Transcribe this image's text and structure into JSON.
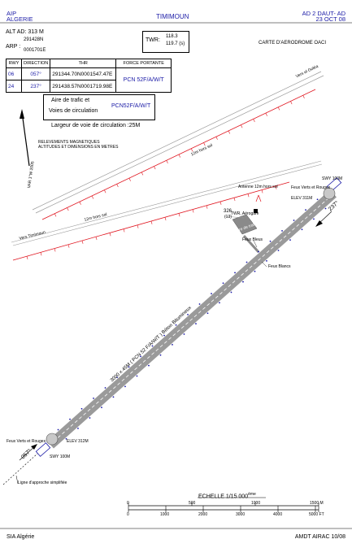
{
  "header": {
    "left_top": "AIP",
    "left_bottom": "ALGERIE",
    "center": "TIMIMOUN",
    "right_top": "AD 2 DAUT- AD",
    "right_bottom": "23 OCT 08"
  },
  "info": {
    "alt_ad": "ALT AD: 313  M",
    "arp_label": "ARP :",
    "arp_lat": "291428N",
    "arp_lon": "0001701E",
    "twr_label": "TWR:",
    "twr_freq1": "118.3",
    "twr_freq2": "119.7 (s)",
    "chart_title": "CARTE D'AERODROME OACI"
  },
  "table": {
    "headers": [
      "RWY",
      "DIRECTION",
      "THR",
      "FORCE PORTANTE"
    ],
    "rows": [
      {
        "rwy": "06",
        "direction": "057°",
        "thr": "291344.70N0001547.47E"
      },
      {
        "rwy": "24",
        "direction": "237°",
        "thr": "291438.57N0001719.98E"
      }
    ],
    "force_portante": "PCN 52F/A/W/T",
    "apron_label_1": "Aire de trafic et",
    "apron_label_2": "Voies de circulation",
    "apron_pcn": "PCN52F/A/W/T",
    "taxiway_width": "Largeur de voie de circulation :25M"
  },
  "notes": {
    "line1": "RELEVEMENTS MAGNETIQUES",
    "line2": "ALTITUDES ET DIMENSIONS EN METRES"
  },
  "var": "VAR 1°W 2005",
  "labels": {
    "vers_el_golea": "Vers el Goléa",
    "vers_timimoun": "Vers Timimoun",
    "hors_sol_1": "12m hors sol",
    "hors_sol_2": "12m hors sol",
    "antenne": "Antenne  12m hors sol",
    "elev_326": "326",
    "elev_13": "(13)",
    "twr_aerogare": "TWR, Aérogare",
    "aire_de_trafic": "Aire de trafic",
    "feux_bleus": "Feux Bleus",
    "feux_blancs": "Feux Blancs",
    "swy_top": "SWY 100M",
    "feux_vr_top": "Feux Verts et Rouges",
    "elev_311": "ELEV 311M",
    "hdg_237": "237°",
    "runway_text": "3000 x 45M ( PCN 52 F/A/W/T ) Béton Bitumineux",
    "feux_vr_bottom": "Feux Verts et Rouges",
    "elev_312": "ELEV 312M",
    "hdg_057": "057°",
    "swy_bottom": "SWY 100M",
    "approach": "Ligne d'approche simplifiée"
  },
  "scale": {
    "title": "ECHELLE 1/15 000",
    "title_sup": "ème",
    "m_ticks": [
      "0",
      "500",
      "1000",
      "1500 M"
    ],
    "ft_ticks": [
      "0",
      "1000",
      "2000",
      "3000",
      "4000",
      "5000 FT"
    ]
  },
  "footer": {
    "left": "SIA Algérie",
    "right": "AMDT AIRAC 10/08"
  },
  "colors": {
    "blue": "#1a1aa6",
    "red": "#e0141e",
    "runway": "#9a9a9a"
  }
}
